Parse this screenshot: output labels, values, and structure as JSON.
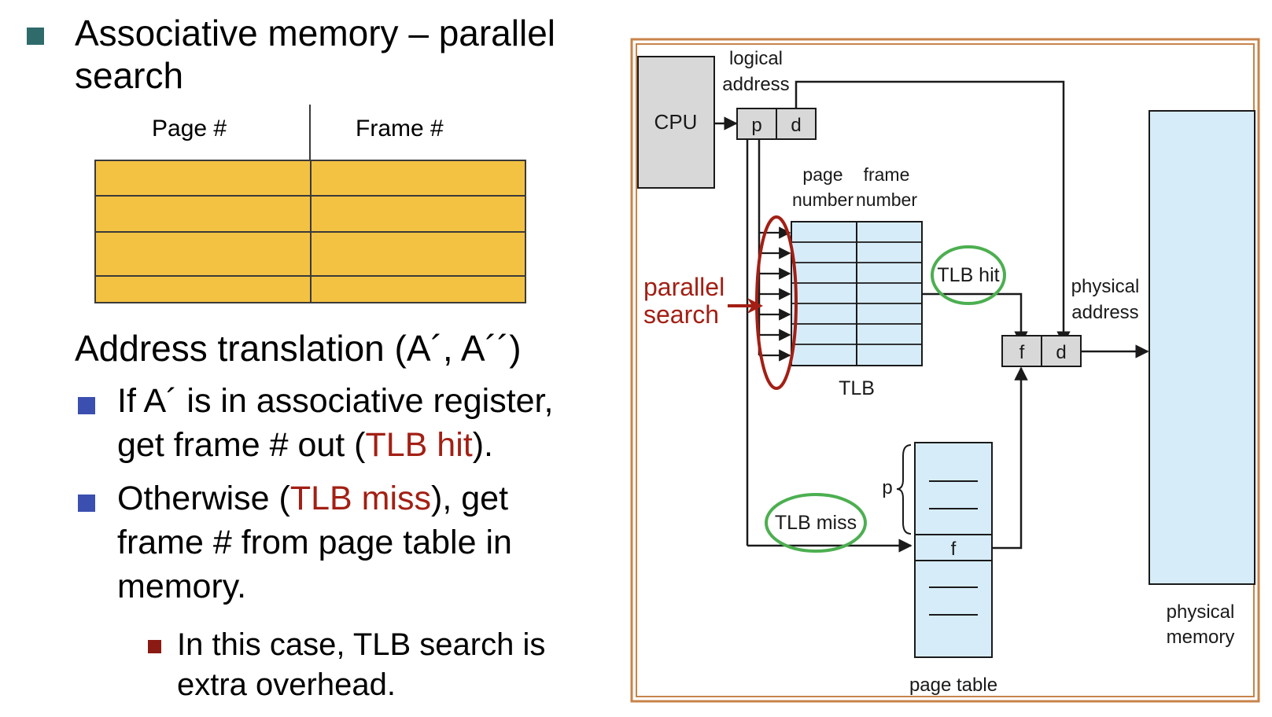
{
  "left": {
    "bullet1": {
      "line1": "Associative memory – parallel",
      "line2": "search"
    },
    "table": {
      "col1": "Page #",
      "col2": "Frame #",
      "rows": 4
    },
    "heading": "Address translation (A´, A´´)",
    "bullet2": {
      "line1": "If A´ is in associative register,",
      "line2_pre": "get frame # out (",
      "line2_red": "TLB hit",
      "line2_post": ")."
    },
    "bullet3": {
      "line1_pre": "Otherwise (",
      "line1_red": "TLB miss",
      "line1_post": "), get",
      "line2": "frame # from page table in",
      "line3": "memory."
    },
    "bullet4": {
      "line1": "In this case, TLB search is",
      "line2": "extra overhead."
    }
  },
  "diagram": {
    "cpu": "CPU",
    "logical_address": [
      "logical",
      "address"
    ],
    "p": "p",
    "d": "d",
    "page_number": [
      "page",
      "number"
    ],
    "frame_number": [
      "frame",
      "number"
    ],
    "tlb": "TLB",
    "tlb_hit": "TLB hit",
    "tlb_miss": "TLB miss",
    "parallel_search": [
      "parallel",
      "search"
    ],
    "f": "f",
    "physical_address": [
      "physical",
      "address"
    ],
    "physical_memory": [
      "physical",
      "memory"
    ],
    "page_table": "page table"
  },
  "colors": {
    "bullet_teal": "#2f6b6b",
    "bullet_blue": "#3a4fb0",
    "bullet_darkred": "#8b1a12",
    "accent_red": "#a31f14",
    "table_yellow": "#f4c242",
    "light_blue": "#d6ecf8",
    "cpu_gray": "#d8d8d8",
    "circle_green": "#4caf50",
    "frame_orange": "#c8834a"
  }
}
